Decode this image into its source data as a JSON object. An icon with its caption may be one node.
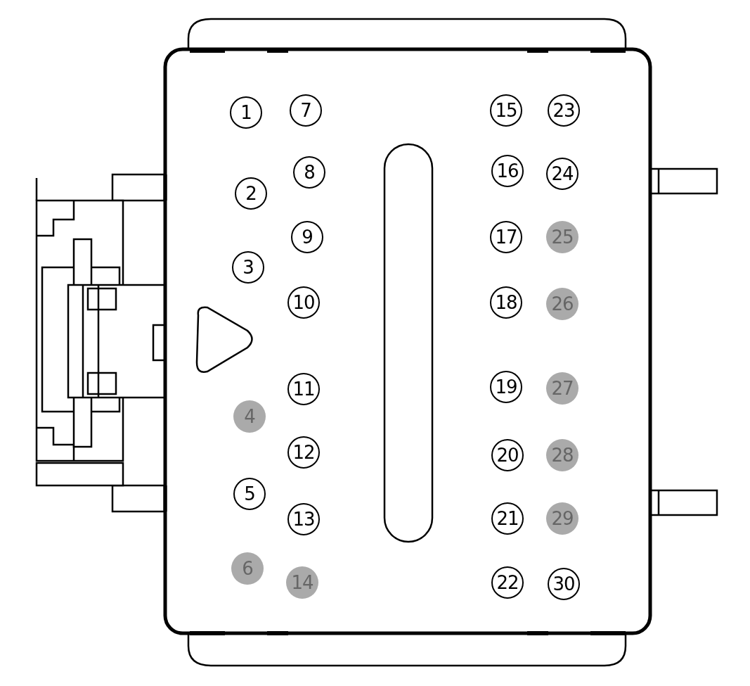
{
  "diagram": {
    "nodes": [
      {
        "text": [
          "1"
        ]
      },
      {
        "text": [
          "2"
        ]
      },
      {
        "text": [
          "3"
        ]
      },
      {
        "text": [
          "4"
        ]
      },
      {
        "text": [
          "5"
        ]
      },
      {
        "text": [
          "6"
        ]
      },
      {
        "text": [
          "7"
        ]
      },
      {
        "text": [
          "8"
        ]
      },
      {
        "text": [
          "9"
        ]
      },
      {
        "text": [
          "10"
        ]
      },
      {
        "text": [
          "11"
        ]
      },
      {
        "text": [
          "12"
        ]
      },
      {
        "text": [
          "13"
        ]
      },
      {
        "text": [
          "14"
        ]
      },
      {
        "text": [
          "15"
        ]
      },
      {
        "text": [
          "16"
        ]
      },
      {
        "text": [
          "17"
        ]
      },
      {
        "text": [
          "18"
        ]
      },
      {
        "text": [
          "19"
        ]
      },
      {
        "text": [
          "20"
        ]
      },
      {
        "text": [
          "21"
        ]
      },
      {
        "text": [
          "22"
        ]
      },
      {
        "text": [
          "23"
        ]
      },
      {
        "text": [
          "24"
        ]
      },
      {
        "text": [
          "25"
        ]
      },
      {
        "text": [
          "26"
        ]
      },
      {
        "text": [
          "27"
        ]
      },
      {
        "text": [
          "28"
        ]
      },
      {
        "text": [
          "29"
        ]
      },
      {
        "text": [
          "30"
        ]
      }
    ]
  }
}
